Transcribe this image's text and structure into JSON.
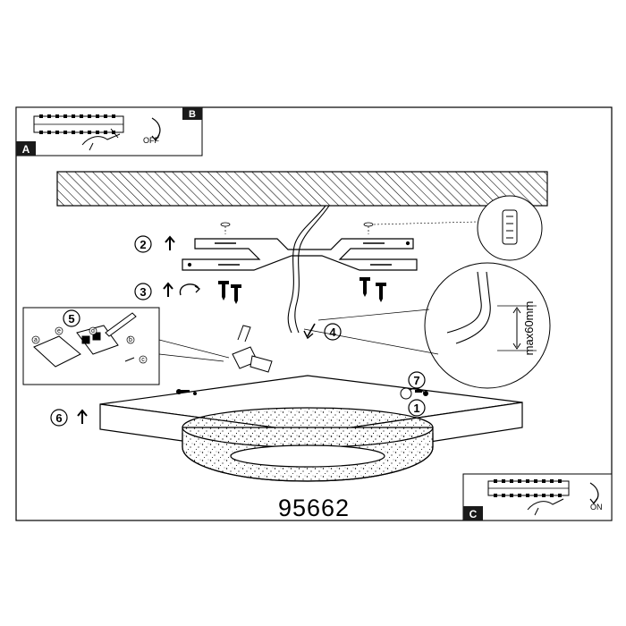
{
  "inset_a": {
    "label": "A",
    "tag": "B",
    "switch_text": "OFF"
  },
  "inset_c": {
    "label": "C",
    "switch_text": "ON"
  },
  "steps": {
    "s1": "1",
    "s2": "2",
    "s3": "3",
    "s4": "4",
    "s5": "5",
    "s6": "6",
    "s7": "7"
  },
  "wiring_marks": [
    "a",
    "b",
    "c",
    "d",
    "e"
  ],
  "dimension": "max60mm",
  "model_number": "95662",
  "colors": {
    "ink": "#000000",
    "paper": "#ffffff",
    "label_bg": "#1a1a1a"
  }
}
